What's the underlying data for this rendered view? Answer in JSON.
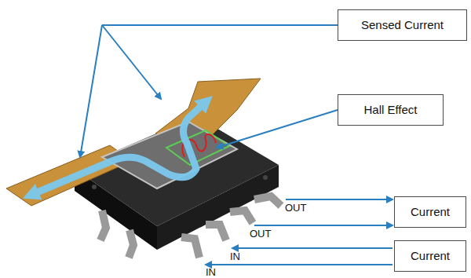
{
  "diagram": {
    "nodes": [
      {
        "text": [
          "Sensed Current"
        ]
      },
      {
        "text": [
          "Hall Effect"
        ]
      },
      {
        "text": [
          "Current"
        ]
      },
      {
        "text": [
          "Current"
        ]
      }
    ],
    "labels": [
      "OUT",
      "OUT",
      "IN",
      "IN"
    ]
  }
}
